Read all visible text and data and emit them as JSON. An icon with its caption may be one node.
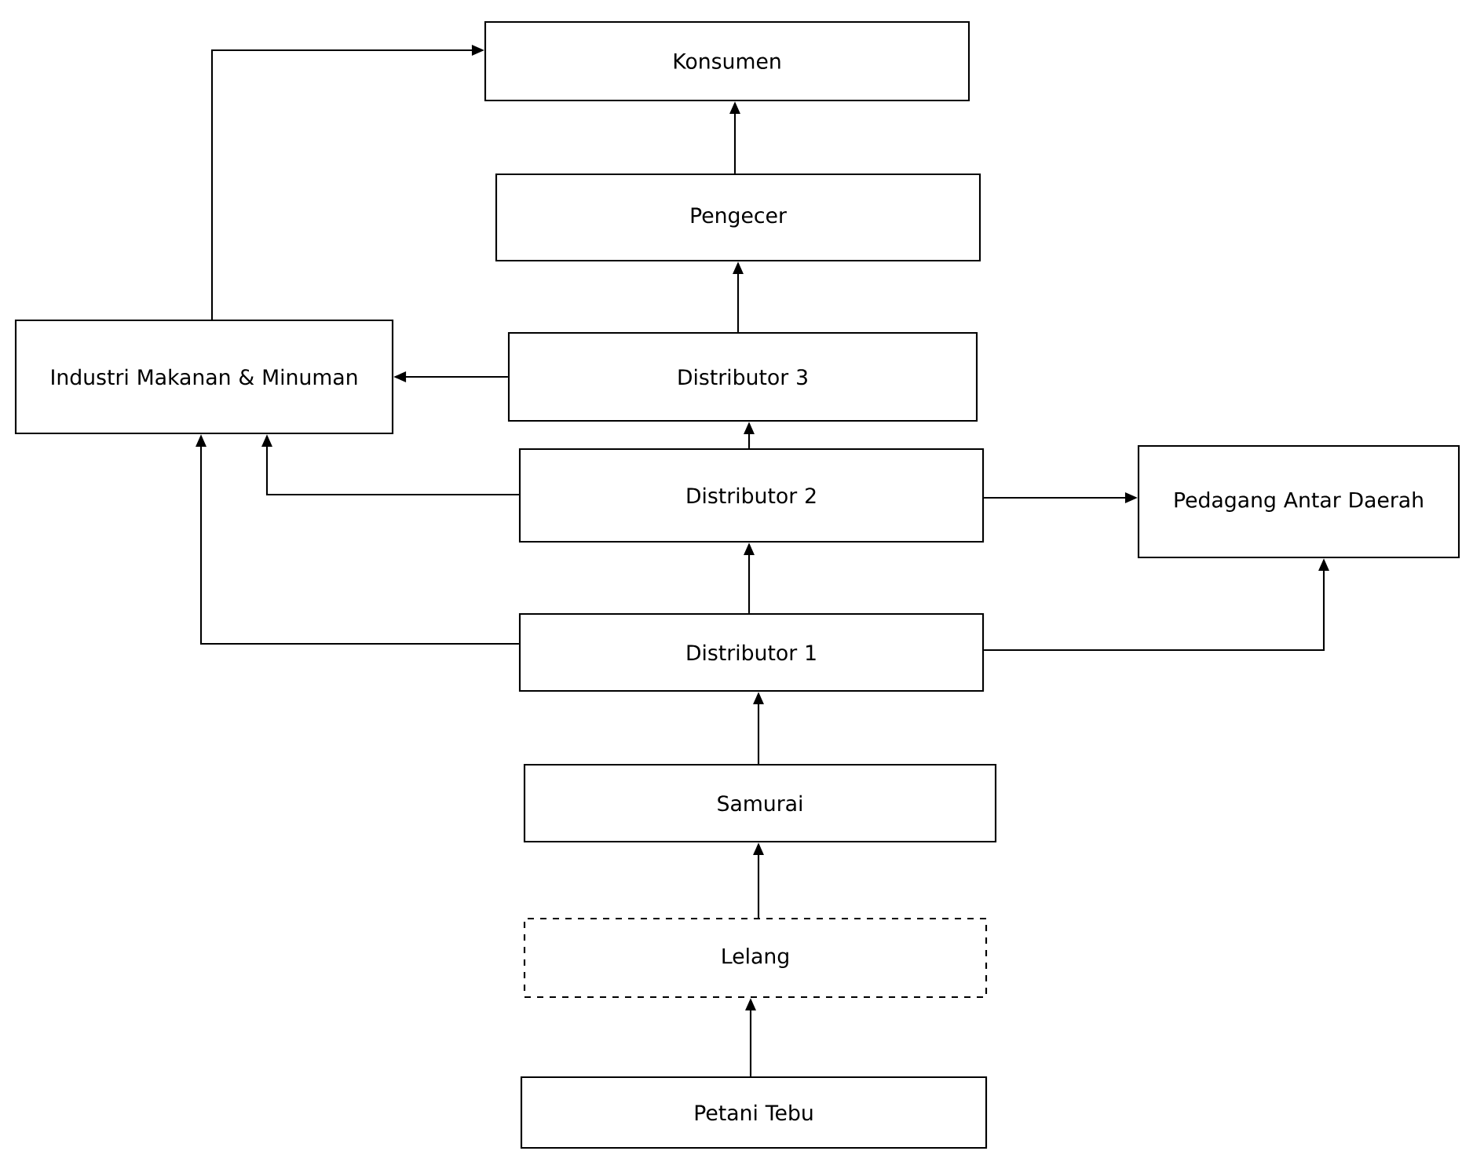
{
  "diagram": {
    "nodes": [
      {
        "text": [
          "Konsumen"
        ]
      },
      {
        "text": [
          "Pengecer"
        ]
      },
      {
        "text": [
          "Industri Makanan & Minuman"
        ]
      },
      {
        "text": [
          "Distributor 3"
        ]
      },
      {
        "text": [
          "Distributor 2"
        ]
      },
      {
        "text": [
          "Pedagang Antar Daerah"
        ]
      },
      {
        "text": [
          "Distributor 1"
        ]
      },
      {
        "text": [
          "Samurai"
        ]
      },
      {
        "text": [
          "Lelang"
        ]
      },
      {
        "text": [
          "Petani Tebu"
        ]
      }
    ],
    "edges": [
      {
        "from": 9,
        "to": 8,
        "arrow": "to"
      },
      {
        "from": 8,
        "to": 7,
        "arrow": "to"
      },
      {
        "from": 7,
        "to": 6,
        "arrow": "to"
      },
      {
        "from": 6,
        "to": 4,
        "arrow": "to"
      },
      {
        "from": 4,
        "to": 3,
        "arrow": "to"
      },
      {
        "from": 3,
        "to": 1,
        "arrow": "to"
      },
      {
        "from": 1,
        "to": 0,
        "arrow": "to"
      },
      {
        "from": 3,
        "to": 2,
        "arrow": "to"
      },
      {
        "from": 4,
        "to": 2,
        "arrow": "to"
      },
      {
        "from": 6,
        "to": 2,
        "arrow": "to"
      },
      {
        "from": 2,
        "to": 0,
        "arrow": "to"
      },
      {
        "from": 4,
        "to": 5,
        "arrow": "to"
      },
      {
        "from": 6,
        "to": 5,
        "arrow": "to"
      }
    ]
  }
}
